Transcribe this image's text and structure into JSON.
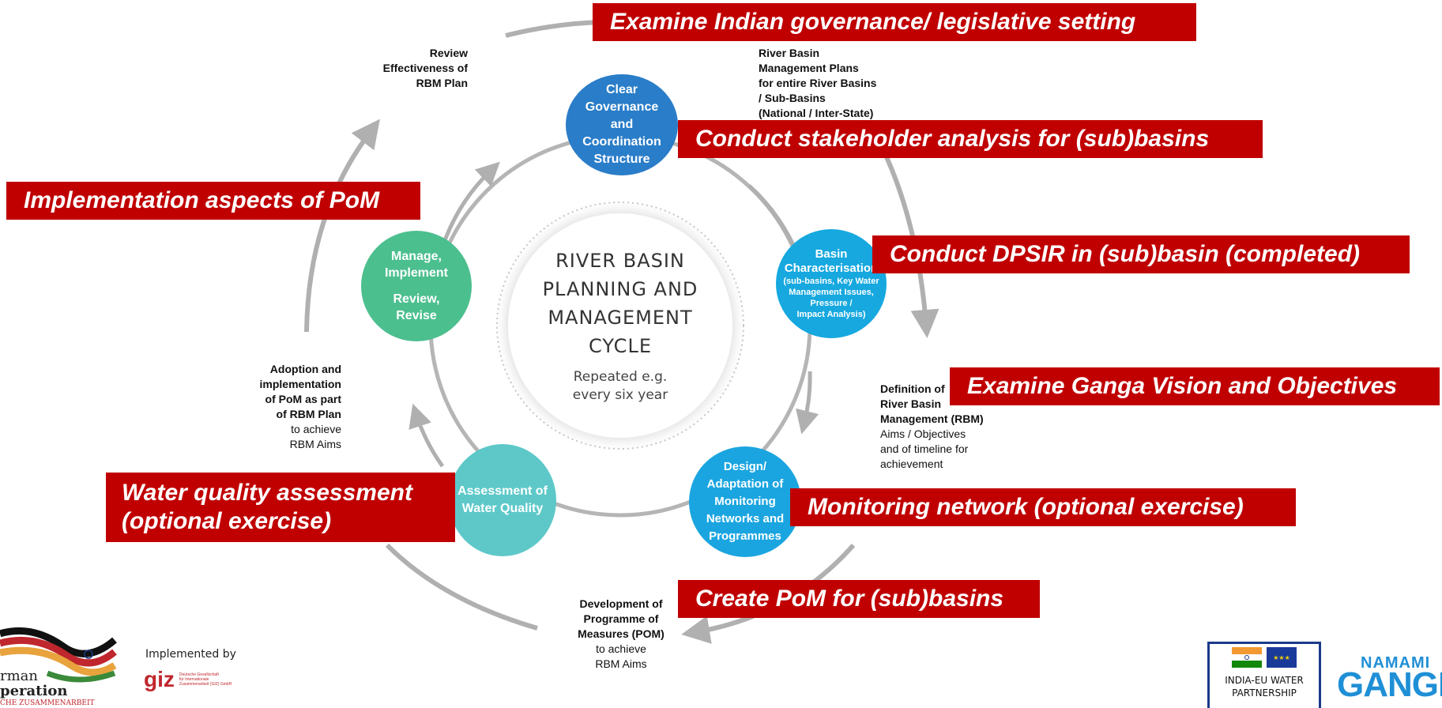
{
  "center": {
    "title_lines": [
      "RIVER BASIN",
      "PLANNING AND",
      "MANAGEMENT",
      "CYCLE"
    ],
    "subtitle_lines": [
      "Repeated e.g.",
      "every six year"
    ]
  },
  "stages": {
    "governance": [
      "Clear",
      "Governance",
      "and",
      "Coordination",
      "Structure"
    ],
    "basin_title": [
      "Basin",
      "Characterisation"
    ],
    "basin_detail": [
      "(sub-basins, Key Water",
      "Management Issues,",
      "Pressure /",
      "Impact Analysis)"
    ],
    "design": [
      "Design/",
      "Adaptation of",
      "Monitoring",
      "Networks and",
      "Programmes"
    ],
    "water_quality": [
      "Assessment of",
      "Water Quality"
    ],
    "manage": [
      "Manage,",
      "Implement"
    ],
    "review": [
      "Review,",
      "Revise"
    ]
  },
  "notes": {
    "review_effectiveness": [
      "Review",
      "Effectiveness of",
      "RBM Plan"
    ],
    "rbm_plans": [
      "River Basin",
      "Management Plans",
      "for entire River Basins",
      "/ Sub-Basins",
      "(National / Inter-State)"
    ],
    "definition_bold": [
      "Definition of",
      "River Basin",
      "Management (RBM)"
    ],
    "definition_normal": [
      "Aims / Objectives",
      "and of timeline for",
      "achievement"
    ],
    "development_bold": [
      "Development of",
      "Programme of",
      "Measures (POM)"
    ],
    "development_normal": [
      "to achieve",
      "RBM Aims"
    ],
    "adoption_bold": [
      "Adoption and",
      "implementation",
      "of PoM as part",
      "of RBM Plan"
    ],
    "adoption_normal": [
      "to achieve",
      "RBM Aims"
    ]
  },
  "banners": {
    "governance": "Examine Indian governance/ legislative setting",
    "stakeholder": "Conduct stakeholder analysis for (sub)basins",
    "implementation": "Implementation aspects of PoM",
    "dpsir": "Conduct DPSIR in (sub)basin (completed)",
    "vision": "Examine Ganga Vision and Objectives",
    "water_quality": [
      "Water quality assessment",
      "(optional exercise)"
    ],
    "monitoring": "Monitoring network (optional exercise)",
    "pom": "Create PoM for (sub)basins"
  },
  "footer": {
    "cooperation_lines": [
      "rman",
      "peration",
      "CHE ZUSAMMENARBEIT"
    ],
    "implemented_by": "Implemented by",
    "giz_logo": "giz",
    "giz_small_lines": [
      "Deutsche Gesellschaft",
      "für Internationale",
      "Zusammenarbeit (GIZ) GmbH"
    ],
    "partnership_lines": [
      "INDIA-EU WATER",
      "PARTNERSHIP"
    ],
    "namami_lines": [
      "NAMAMI",
      "GANGE"
    ]
  },
  "colors": {
    "banner_red": "#c00000",
    "governance_blue": "#2a7dc8",
    "basin_cyan": "#16a8df",
    "design_cyan": "#1aa5e0",
    "quality_teal": "#5ec8c9",
    "manage_green": "#4cbf8f",
    "arrow_gray": "#b0b0b0"
  }
}
